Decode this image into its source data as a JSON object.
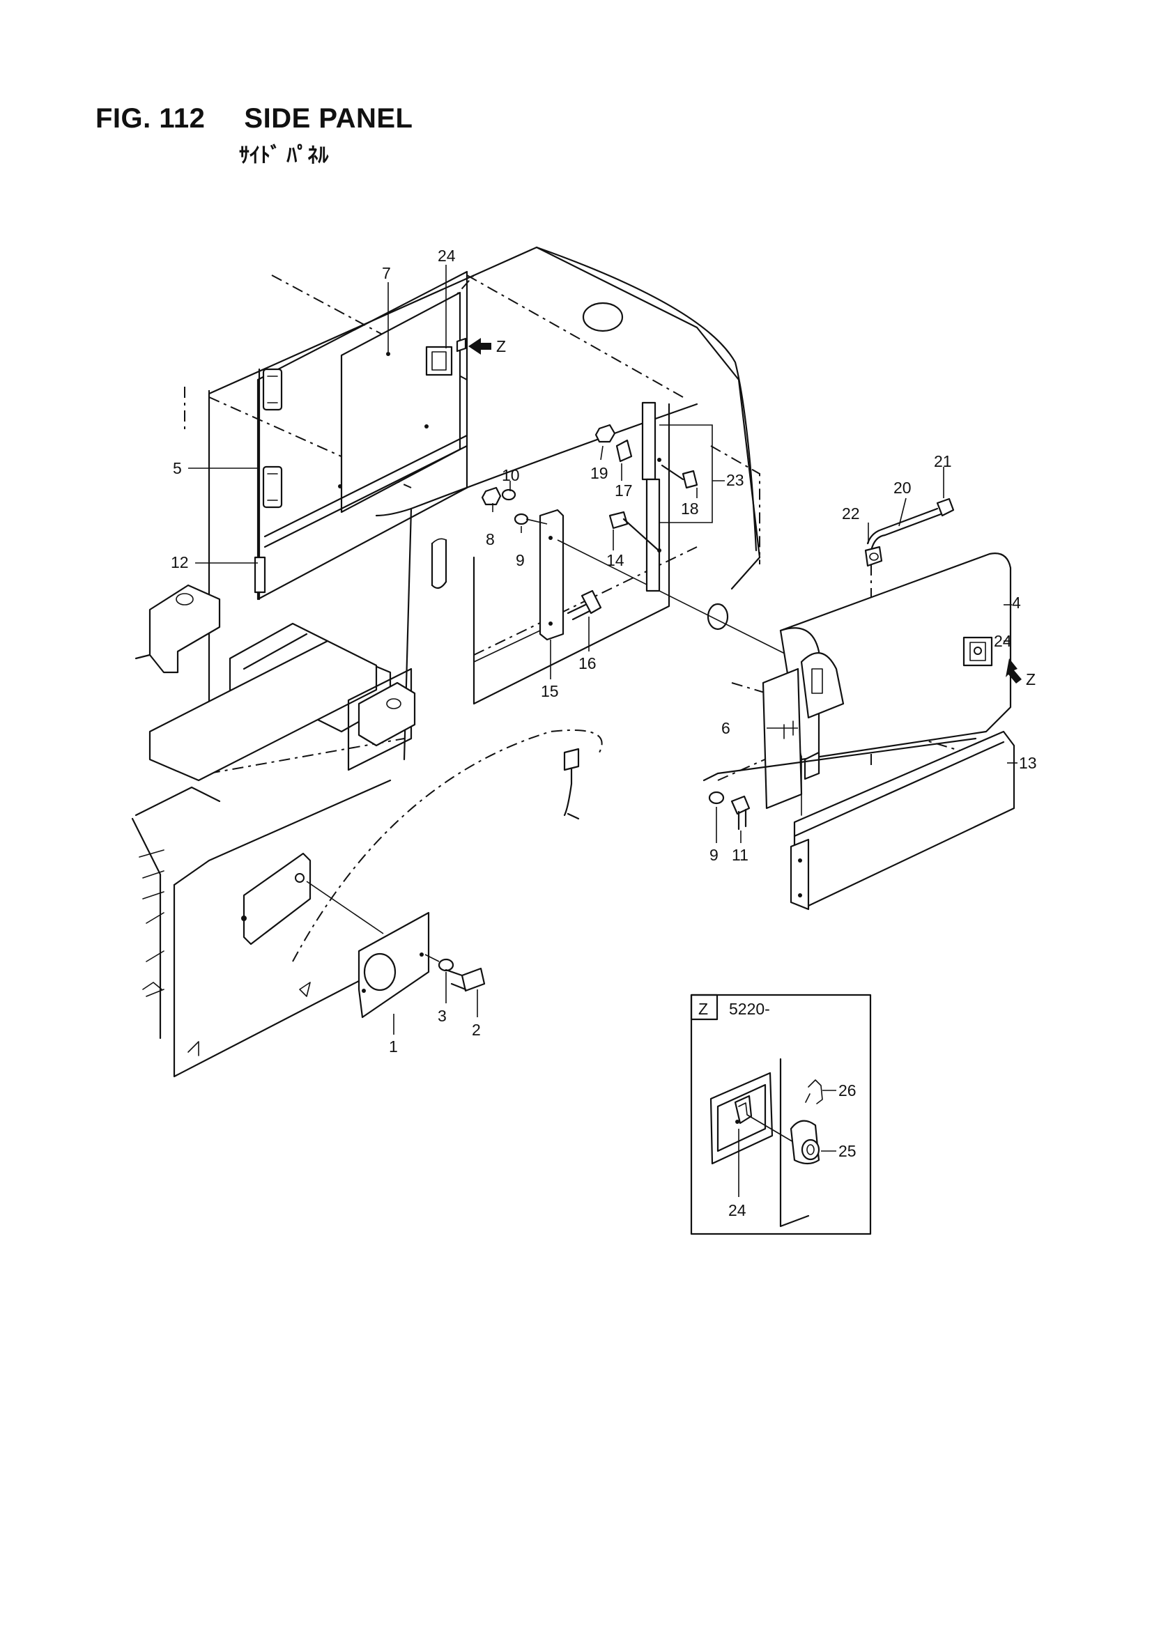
{
  "figure": {
    "number": "FIG. 112",
    "title": "SIDE PANEL",
    "subtitle_jp": "ｻｲﾄﾞ ﾊﾟﾈﾙ"
  },
  "view_marker": "Z",
  "detail": {
    "view": "Z",
    "serial": "5220-"
  },
  "callouts": {
    "c1": "1",
    "c2": "2",
    "c3": "3",
    "c4": "4",
    "c5": "5",
    "c6": "6",
    "c7": "7",
    "c8": "8",
    "c9a": "9",
    "c9b": "9",
    "c10": "10",
    "c11": "11",
    "c12": "12",
    "c13": "13",
    "c14": "14",
    "c15": "15",
    "c16": "16",
    "c17": "17",
    "c18": "18",
    "c19": "19",
    "c20": "20",
    "c21": "21",
    "c22": "22",
    "c23": "23",
    "c24a": "24",
    "c24b": "24",
    "c24c": "24",
    "c25": "25",
    "c26": "26"
  }
}
